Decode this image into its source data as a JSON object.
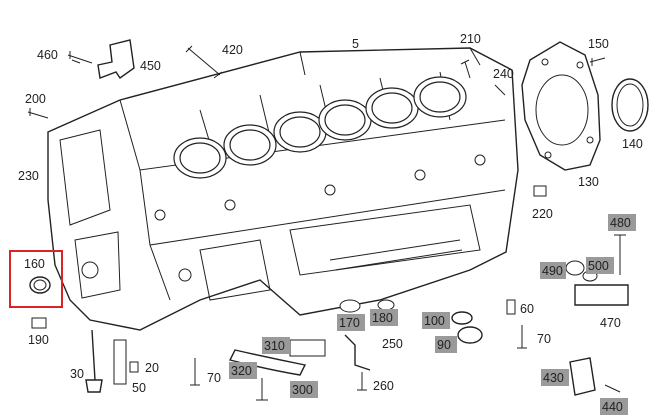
{
  "accent_color": "#d9252a",
  "highlight_color": "#9a9a9a",
  "labels": {
    "p5": "5",
    "p20": "20",
    "p30": "30",
    "p50": "50",
    "p60": "60",
    "p70a": "70",
    "p70b": "70",
    "p90": "90",
    "p100": "100",
    "p130": "130",
    "p140": "140",
    "p150": "150",
    "p160": "160",
    "p170": "170",
    "p180": "180",
    "p190": "190",
    "p200": "200",
    "p210": "210",
    "p220": "220",
    "p230": "230",
    "p240": "240",
    "p250": "250",
    "p260": "260",
    "p300": "300",
    "p310": "310",
    "p320": "320",
    "p420": "420",
    "p430": "430",
    "p440": "440",
    "p450": "450",
    "p460": "460",
    "p470": "470",
    "p480": "480",
    "p490": "490",
    "p500": "500"
  }
}
